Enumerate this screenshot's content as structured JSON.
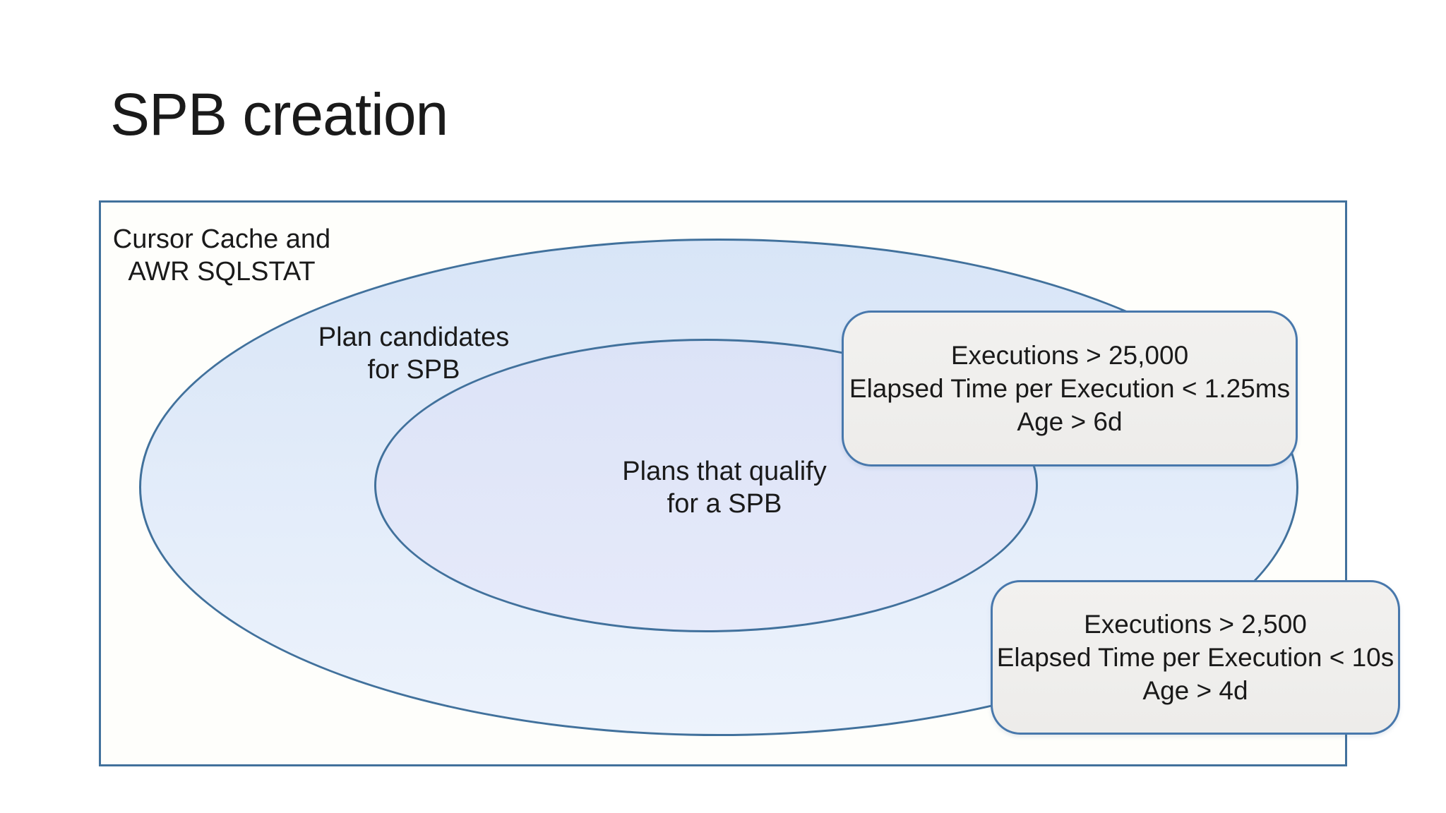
{
  "slide": {
    "title": "SPB creation"
  },
  "container": {
    "label_line1": "Cursor Cache and",
    "label_line2": "AWR SQLSTAT"
  },
  "outer_ellipse": {
    "label_line1": "Plan candidates",
    "label_line2": "for SPB"
  },
  "inner_ellipse": {
    "label_line1": "Plans that qualify",
    "label_line2": "for a SPB"
  },
  "callouts": [
    {
      "lines": [
        "Executions > 25,000",
        "Elapsed Time per Execution < 1.25ms",
        "Age > 6d"
      ]
    },
    {
      "lines": [
        "Executions > 2,500",
        "Elapsed Time per Execution < 10s",
        "Age > 4d"
      ]
    }
  ],
  "colors": {
    "text": "#1a1a1a",
    "shape_border": "#41719C",
    "callout_border": "#4878AC",
    "frame_fill": "#FEFEFB",
    "outer_top": "#D8E5F7",
    "outer_bottom": "#EDF3FC",
    "inner_top": "#DCE3F7",
    "inner_bottom": "#E6EAFA",
    "callout_top": "#F2F1EF",
    "callout_bottom": "#EDECEA"
  }
}
